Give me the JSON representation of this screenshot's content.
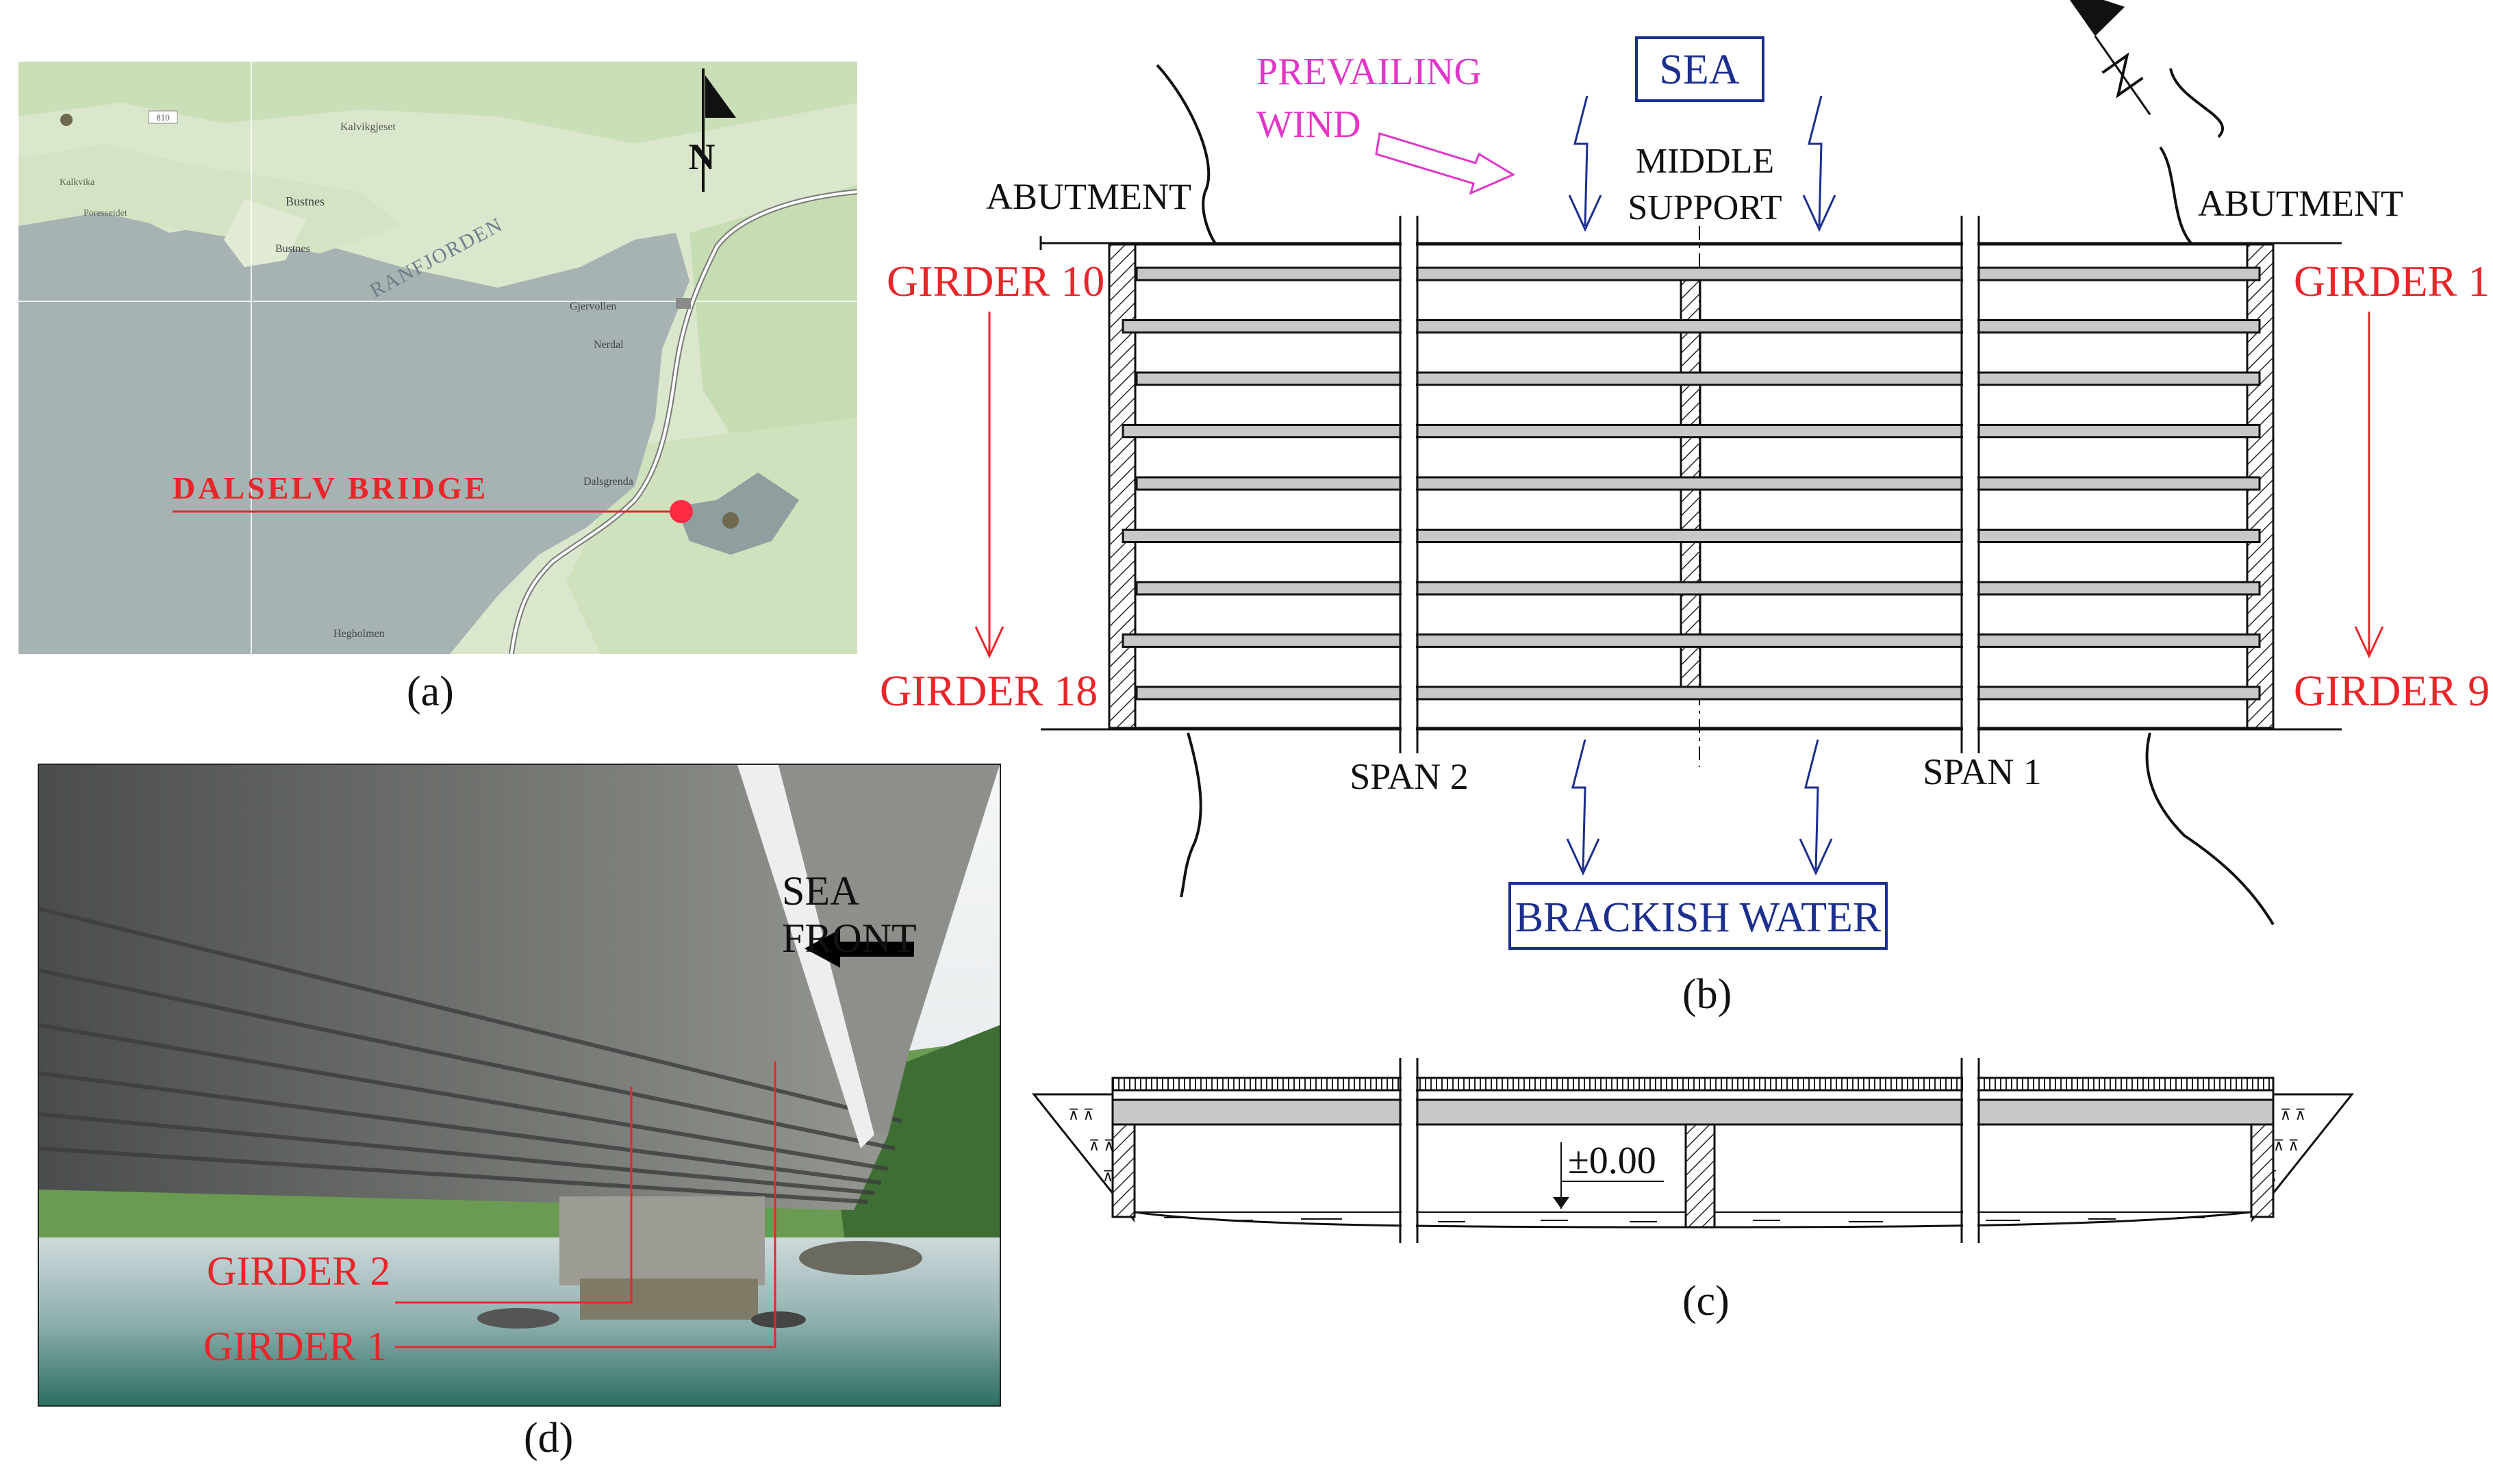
{
  "panel_a": {
    "caption": "(a)",
    "north_label": "N",
    "bridge_label": "DALSELV BRIDGE",
    "fjord_label": "RANFJORDEN",
    "road_number": "810",
    "place_names": [
      "Kalvikgjeset",
      "Bustnes",
      "Bustnes",
      "Gjervollen",
      "Nerdal",
      "Dalsgrenda",
      "Hegholmen",
      "Kalkvika",
      "Poresseidet"
    ]
  },
  "panel_b": {
    "caption": "(b)",
    "sea_label": "SEA",
    "wind_label_1": "PREVAILING",
    "wind_label_2": "WIND",
    "middle_support_1": "MIDDLE",
    "middle_support_2": "SUPPORT",
    "abutment_left": "ABUTMENT",
    "abutment_right": "ABUTMENT",
    "girder_10": "GIRDER 10",
    "girder_18": "GIRDER 18",
    "girder_1": "GIRDER 1",
    "girder_9": "GIRDER 9",
    "span_2": "SPAN 2",
    "span_1": "SPAN 1",
    "brackish_label": "BRACKISH WATER",
    "north_label": "N"
  },
  "panel_c": {
    "caption": "(c)",
    "level_label": "±0.00"
  },
  "panel_d": {
    "caption": "(d)",
    "sea_front_label": "SEA FRONT",
    "girder_2_label": "GIRDER 2",
    "girder_1_label": "GIRDER 1"
  },
  "colors": {
    "red": "#e8262a",
    "magenta": "#e236c8",
    "navy": "#1c2f8f",
    "girder_fill": "#c8c8c8",
    "map_land": "#d9e6c9",
    "map_water": "#aab5b5"
  }
}
